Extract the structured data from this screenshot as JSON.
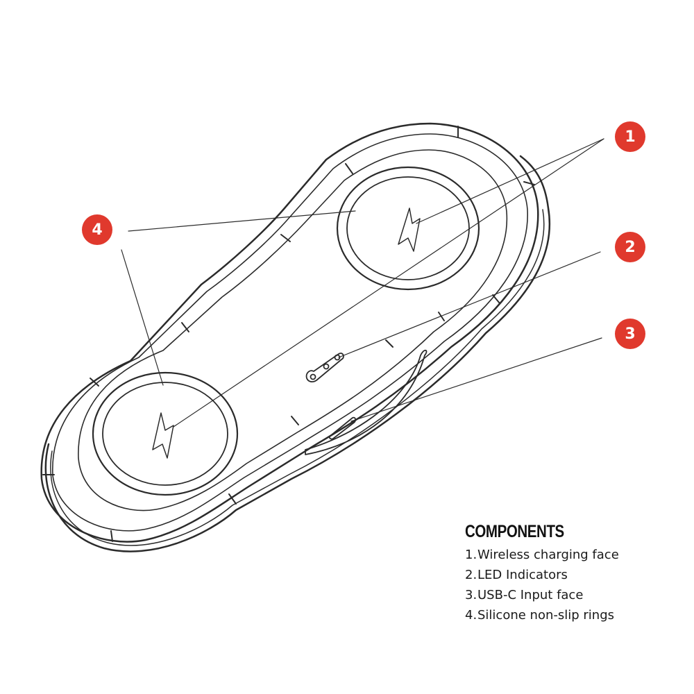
{
  "callouts": [
    {
      "number": "1",
      "target": "wireless-charging-face"
    },
    {
      "number": "2",
      "target": "led-indicators"
    },
    {
      "number": "3",
      "target": "usb-c-input-face"
    },
    {
      "number": "4",
      "target": "silicone-non-slip-rings"
    }
  ],
  "legend": {
    "title": "Components",
    "items": [
      {
        "number": "1.",
        "label": "Wireless charging face"
      },
      {
        "number": "2.",
        "label": "LED Indicators"
      },
      {
        "number": "3.",
        "label": "USB-C Input face"
      },
      {
        "number": "4.",
        "label": "Silicone non-slip rings"
      }
    ]
  },
  "colors": {
    "callout": "#e0392d",
    "line": "#2b2b2b"
  }
}
